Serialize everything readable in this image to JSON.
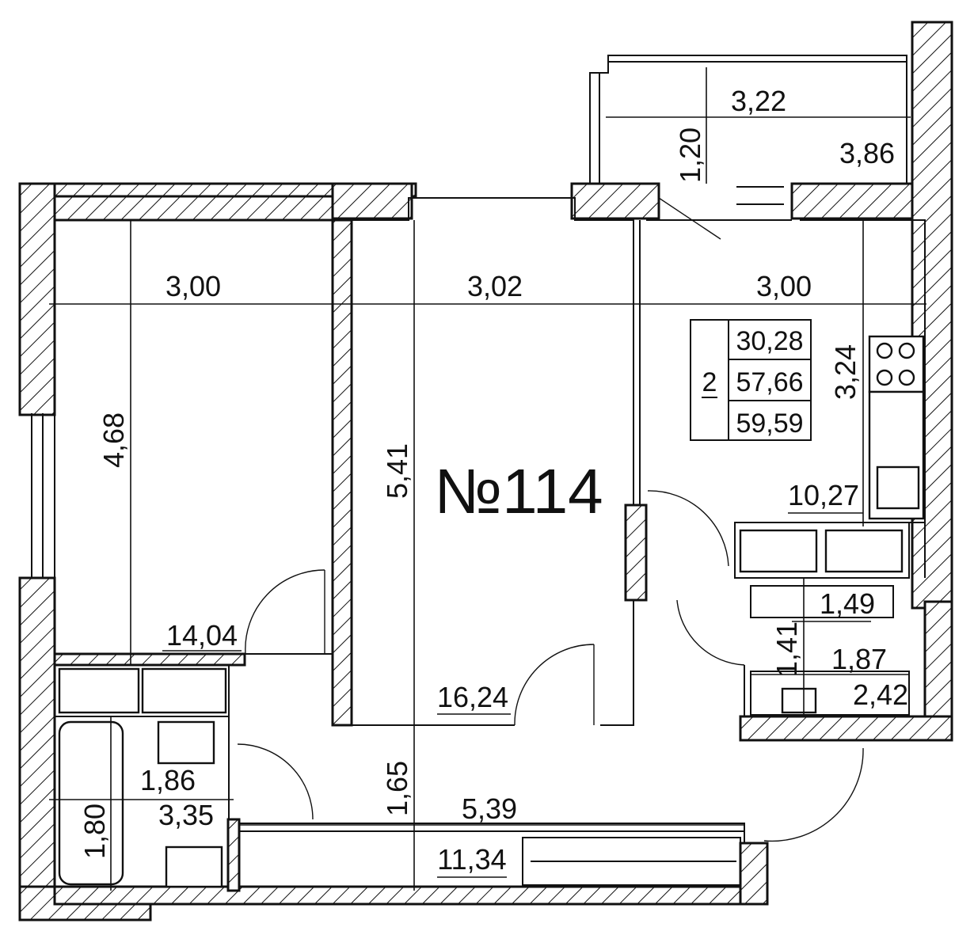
{
  "plan": {
    "apartment_number": "№114",
    "summary": {
      "rooms": "2",
      "living_area": "30,28",
      "total_area": "57,66",
      "total_area_with_balcony": "59,59"
    },
    "room_areas": {
      "bedroom": "14,04",
      "living_room": "16,24",
      "kitchen": "10,27",
      "closet": "1,49",
      "toilet": "1,87",
      "bathroom": "3,35",
      "corridor": "11,34",
      "utility": "2,42"
    },
    "dimensions": {
      "balcony_width": "3,22",
      "balcony_depth": "1,20",
      "balcony_length": "3,86",
      "bedroom_width": "3,00",
      "living_width": "3,02",
      "kitchen_width": "3,00",
      "bedroom_length": "4,68",
      "living_length": "5,41",
      "kitchen_length": "3,24",
      "corridor_width": "1,65",
      "corridor_length": "5,39",
      "closet_depth": "1,41",
      "bath_width": "1,86",
      "bath_length": "1,80"
    }
  }
}
